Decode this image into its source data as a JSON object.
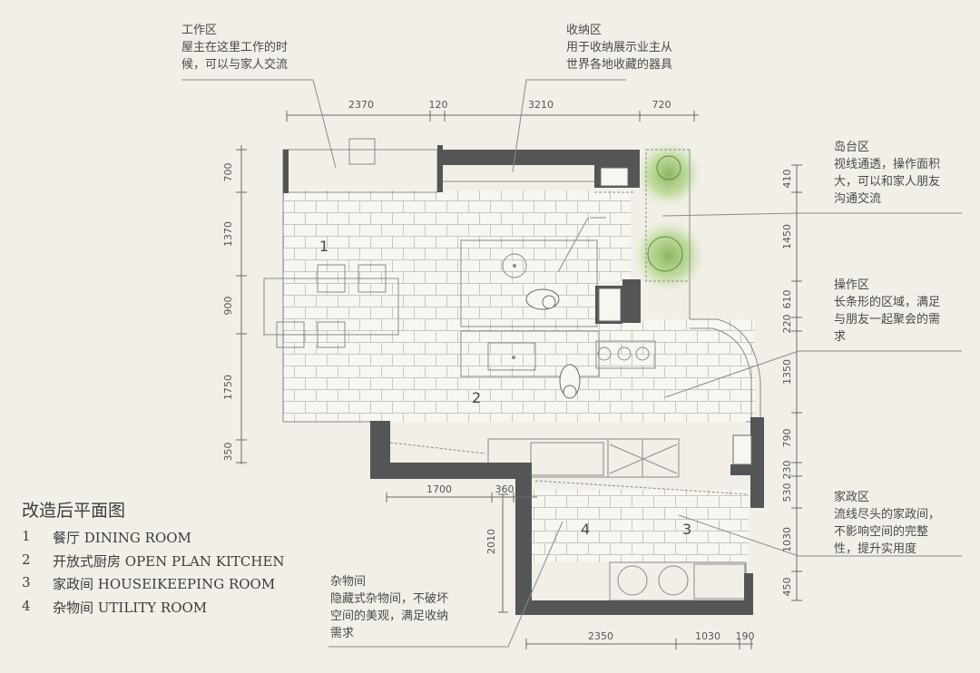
{
  "title": "改造后平面图",
  "legend": [
    {
      "num": "1",
      "label": "餐厅 DINING ROOM"
    },
    {
      "num": "2",
      "label": "开放式厨房 OPEN PLAN KITCHEN"
    },
    {
      "num": "3",
      "label": "家政间 HOUSEIKEEPING ROOM"
    },
    {
      "num": "4",
      "label": "杂物间 UTILITY ROOM"
    }
  ],
  "annotations": {
    "work": {
      "title": "工作区",
      "lines": [
        "屋主在这里工作的时",
        "候，可以与家人交流"
      ]
    },
    "storage": {
      "title": "收纳区",
      "lines": [
        "用于收纳展示业主从",
        "世界各地收藏的器具"
      ]
    },
    "island": {
      "title": "岛台区",
      "lines": [
        "视线通透，操作面积",
        "大，可以和家人朋友",
        "沟通交流"
      ]
    },
    "operation": {
      "title": "操作区",
      "lines": [
        "长条形的区域，满足",
        "与朋友一起聚会的需",
        "求"
      ]
    },
    "housework": {
      "title": "家政区",
      "lines": [
        "流线尽头的家政间，",
        "不影响空间的完整",
        "性，提升实用度"
      ]
    },
    "utility": {
      "title": "杂物间",
      "lines": [
        "隐藏式杂物间，不破坏",
        "空间的美观，满足收纳",
        "需求"
      ]
    }
  },
  "room_numbers": {
    "r1": "1",
    "r2": "2",
    "r3": "3",
    "r4": "4"
  },
  "dimensions": {
    "top": [
      "2370",
      "120",
      "3210",
      "720"
    ],
    "left": [
      "700",
      "1370",
      "900",
      "1750",
      "350"
    ],
    "right": [
      "410",
      "1450",
      "610",
      "220",
      "1350",
      "790",
      "230",
      "530",
      "1030",
      "450"
    ],
    "inner": [
      "1700",
      "360",
      "2010"
    ],
    "bottom": [
      "2350",
      "1030",
      "190"
    ]
  },
  "colors": {
    "wall": "#555555",
    "line": "#8a8a8a",
    "tile": "#c9c7c1",
    "paper": "#f1efe8",
    "green": "#7fb04f"
  }
}
